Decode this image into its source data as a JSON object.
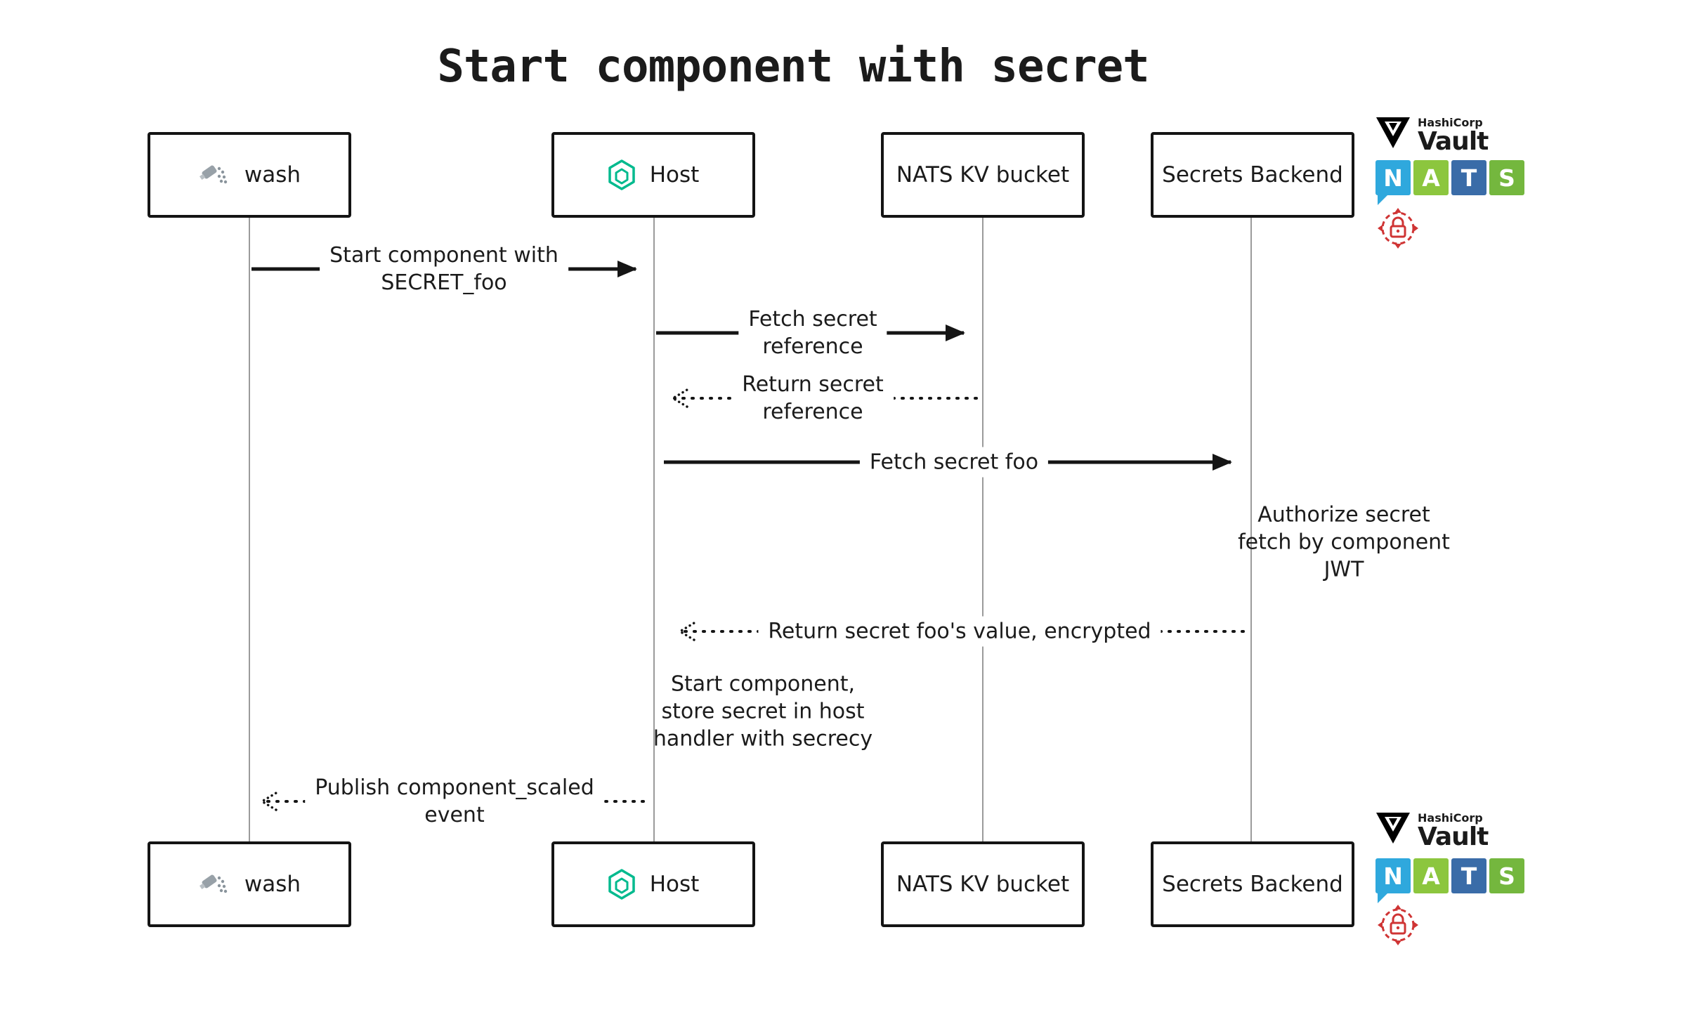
{
  "title": "Start component with secret",
  "actors": {
    "wash": {
      "label": "wash"
    },
    "host": {
      "label": "Host"
    },
    "nats_kv": {
      "label": "NATS KV bucket"
    },
    "secrets_backend": {
      "label": "Secrets Backend"
    }
  },
  "messages": {
    "start_component": {
      "line1": "Start component with",
      "line2": "SECRET_foo"
    },
    "fetch_secret_reference": {
      "line1": "Fetch secret",
      "line2": "reference"
    },
    "return_secret_reference": {
      "line1": "Return secret",
      "line2": "reference"
    },
    "fetch_secret_foo": {
      "text": "Fetch secret foo"
    },
    "return_secret_value": {
      "text": "Return secret foo's value, encrypted"
    },
    "publish_event": {
      "line1": "Publish component_scaled",
      "line2": "event"
    }
  },
  "notes": {
    "authorize": {
      "line1": "Authorize secret",
      "line2": "fetch by component",
      "line3": "JWT"
    },
    "start_store": {
      "line1": "Start component,",
      "line2": "store secret in host",
      "line3": "handler with secrecy"
    }
  },
  "logos": {
    "vault": {
      "brand": "HashiCorp",
      "name": "Vault"
    },
    "nats": {
      "letters": [
        "N",
        "A",
        "T",
        "S"
      ],
      "colors": [
        "#2fa8dd",
        "#8cc63e",
        "#3a6ca8",
        "#74b73e"
      ]
    }
  },
  "icons": {
    "wash": "shower-spray-icon",
    "host": "wasmcloud-hexagon-icon",
    "vault": "vault-triangle-icon",
    "secrets": "lock-reticle-icon"
  },
  "colors": {
    "host_green": "#00ba8e",
    "lock_red": "#cf3434",
    "line_black": "#151515",
    "lifeline_gray": "#9b9b9b"
  }
}
